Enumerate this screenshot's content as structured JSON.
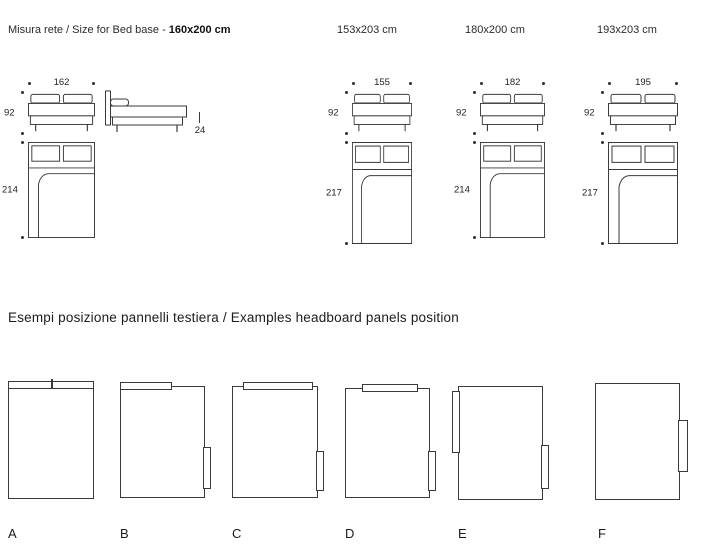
{
  "title": {
    "prefix": "Misura rete / Size for Bed base - ",
    "size": "160x200 cm"
  },
  "variants": [
    {
      "width": "162",
      "height": "92",
      "frame_height": "24",
      "length": "214"
    },
    {
      "header": "153x203 cm",
      "width": "155",
      "height": "92",
      "length": "217"
    },
    {
      "header": "180x200 cm",
      "width": "182",
      "height": "92",
      "length": "214"
    },
    {
      "header": "193x203 cm",
      "width": "195",
      "height": "92",
      "length": "217"
    }
  ],
  "headboard_examples": {
    "title": "Esempi posizione pannelli testiera / Examples headboard panels position",
    "labels": [
      "A",
      "B",
      "C",
      "D",
      "E",
      "F"
    ]
  }
}
